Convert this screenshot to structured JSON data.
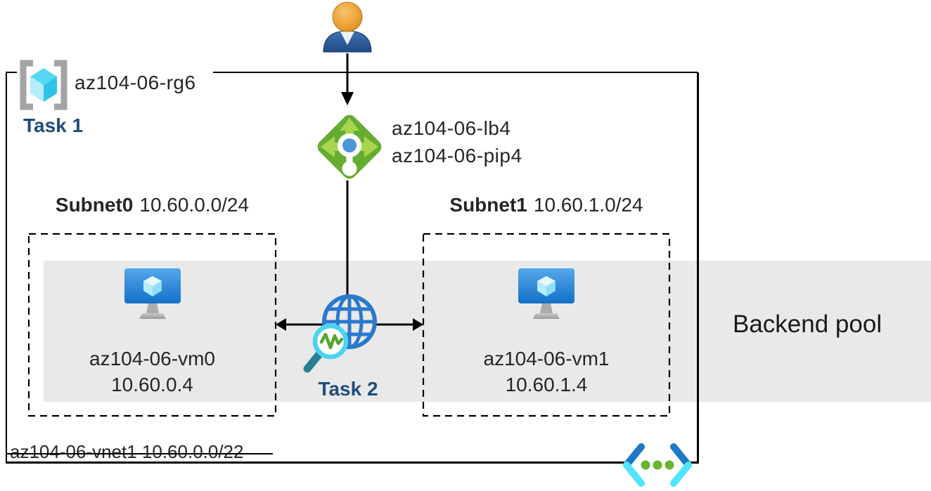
{
  "resource_group": {
    "name": "az104-06-rg6",
    "task_label": "Task 1"
  },
  "load_balancer": {
    "name": "az104-06-lb4",
    "public_ip": "az104-06-pip4"
  },
  "subnets": [
    {
      "name": "Subnet0",
      "cidr": "10.60.0.0/24",
      "vm_name": "az104-06-vm0",
      "vm_ip": "10.60.0.4"
    },
    {
      "name": "Subnet1",
      "cidr": "10.60.1.0/24",
      "vm_name": "az104-06-vm1",
      "vm_ip": "10.60.1.4"
    }
  ],
  "labels": {
    "task2": "Task 2",
    "backend_pool": "Backend pool",
    "vnet": "az104-06-vnet1 10.60.0.0/22"
  },
  "icons": [
    "user-icon",
    "resource-group-icon",
    "load-balancer-icon",
    "vm-icon",
    "network-watcher-globe-icon",
    "virtual-network-icon"
  ],
  "colors": {
    "task_navy": "#1F4E79",
    "band_gray": "#E9E9E9",
    "lb_green": "#64AD31",
    "lb_arrow_green": "#A8D44E",
    "vm_blue": "#1E7CCD",
    "cube_cyan": "#55D7F4",
    "globe_blue": "#2A79CC",
    "magnifier_cyan": "#4CD3F2",
    "pulse_green": "#56A62E",
    "vnet_bracket_blue": "#1E78C8",
    "vnet_bracket_cyan": "#50E6FF",
    "vnet_dot_green": "#69B52E",
    "user_head_orange": "#E89B2E",
    "user_body_blue": "#2F5F9E",
    "line_black": "#000000"
  }
}
